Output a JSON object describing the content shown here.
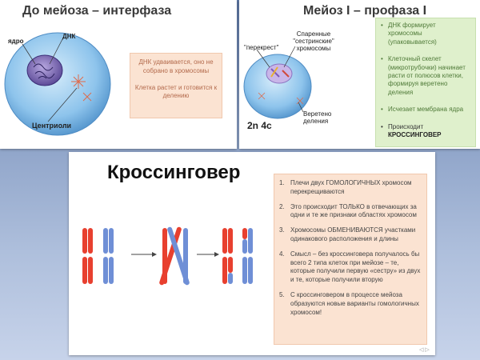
{
  "interphase": {
    "title": "До мейоза – интерфаза",
    "labels": {
      "nucleus": "ядро",
      "dna": "ДНК",
      "centrioles": "Центриоли"
    },
    "notes": [
      "ДНК удваивается, оно не собрано в хромосомы",
      "Клетка растет и готовится к делению"
    ]
  },
  "prophase": {
    "title": "Мейоз I – профаза I",
    "labels": {
      "crossover": "\"перекрест\"",
      "paired": "Спаренные \"сестринские\" хромосомы",
      "spindle": "Веретено деления",
      "ploidy": "2n 4c"
    },
    "bullets": [
      {
        "text": "ДНК формирует хромосомы (упаковывается)",
        "bold": ""
      },
      {
        "text": "Клеточный скелет (микротрубочки) начинает расти от полюсов клетки, формируя веретено деления",
        "bold": ""
      },
      {
        "text": "Исчезает мембрана ядра",
        "bold": ""
      },
      {
        "text": "Происходит ",
        "bold": "КРОССИНГОВЕР"
      }
    ]
  },
  "crossover": {
    "title": "Кроссинговер",
    "points": [
      {
        "num": "1.",
        "text": "Плечи двух ГОМОЛОГИЧНЫХ хромосом перекрещиваются"
      },
      {
        "num": "2.",
        "text": "Это происходит ТОЛЬКО в отвечающих за одни и те же признаки областях хромосом"
      },
      {
        "num": "3.",
        "text": "Хромосомы ОБМЕНИВАЮТСЯ участками одинакового расположения и длины"
      },
      {
        "num": "4.",
        "text": "Смысл – без кроссинговера получалось бы всего 2 типа клеток при мейозе – те, которые получили первую «сестру» из двух и те, которые получили вторую"
      },
      {
        "num": "5.",
        "text": "С кроссинговером в процессе мейоза образуются новые варианты гомологичных хромосом!"
      }
    ]
  },
  "colors": {
    "red_chromosome": "#e8402f",
    "blue_chromosome": "#6f8fd6",
    "cell_blue": "#8ec4ec",
    "nucleus_purple": "#6a5aa8",
    "note_bg": "#fbe3d2",
    "note_text": "#b36a4c",
    "green_bg": "#dff0cc"
  }
}
